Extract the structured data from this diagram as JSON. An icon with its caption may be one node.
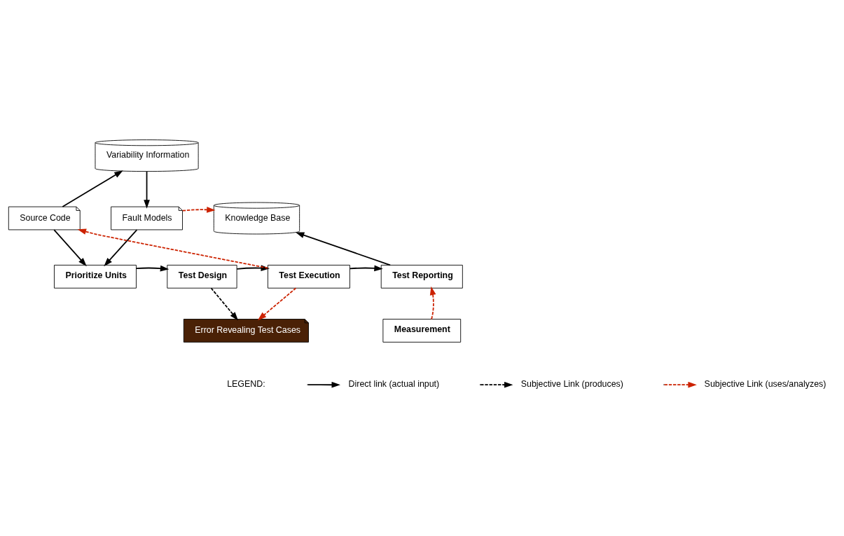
{
  "diagram": {
    "nodes": [
      {
        "text": [
          "Variability Information"
        ]
      },
      {
        "text": [
          "Source Code"
        ]
      },
      {
        "text": [
          "Fault Models"
        ]
      },
      {
        "text": [
          "Knowledge Base"
        ]
      },
      {
        "text": [
          "Prioritize Units"
        ]
      },
      {
        "text": [
          "Test Design"
        ]
      },
      {
        "text": [
          "Test Execution"
        ]
      },
      {
        "text": [
          "Test Reporting"
        ]
      },
      {
        "text": [
          "Error Revealing Test Cases"
        ]
      },
      {
        "text": [
          "Measurement"
        ]
      }
    ],
    "edges": [
      {
        "from": 1,
        "to": 0,
        "arrow": "to"
      },
      {
        "from": 0,
        "to": 2,
        "arrow": "to"
      },
      {
        "from": 2,
        "to": 3,
        "arrow": "to",
        "style": "dashed",
        "color": "#cc2200"
      },
      {
        "from": 6,
        "to": 1,
        "arrow": "to",
        "style": "dashed",
        "color": "#cc2200"
      },
      {
        "from": 1,
        "to": 4,
        "arrow": "to"
      },
      {
        "from": 2,
        "to": 4,
        "arrow": "to"
      },
      {
        "from": 4,
        "to": 5,
        "arrow": "to"
      },
      {
        "from": 5,
        "to": 6,
        "arrow": "to"
      },
      {
        "from": 6,
        "to": 7,
        "arrow": "to"
      },
      {
        "from": 7,
        "to": 3,
        "arrow": "to"
      },
      {
        "from": 5,
        "to": 8,
        "arrow": "to",
        "style": "dashed"
      },
      {
        "from": 6,
        "to": 8,
        "arrow": "to",
        "style": "dashed",
        "color": "#cc2200"
      },
      {
        "from": 9,
        "to": 7,
        "arrow": "to",
        "style": "dashed",
        "color": "#cc2200"
      }
    ],
    "labels": [
      "LEGEND:"
    ],
    "legend": [
      {
        "text": "Direct link (actual input)"
      },
      {
        "text": "Subjective Link (produces)"
      },
      {
        "text": "Subjective Link (uses/analyzes)"
      }
    ]
  }
}
